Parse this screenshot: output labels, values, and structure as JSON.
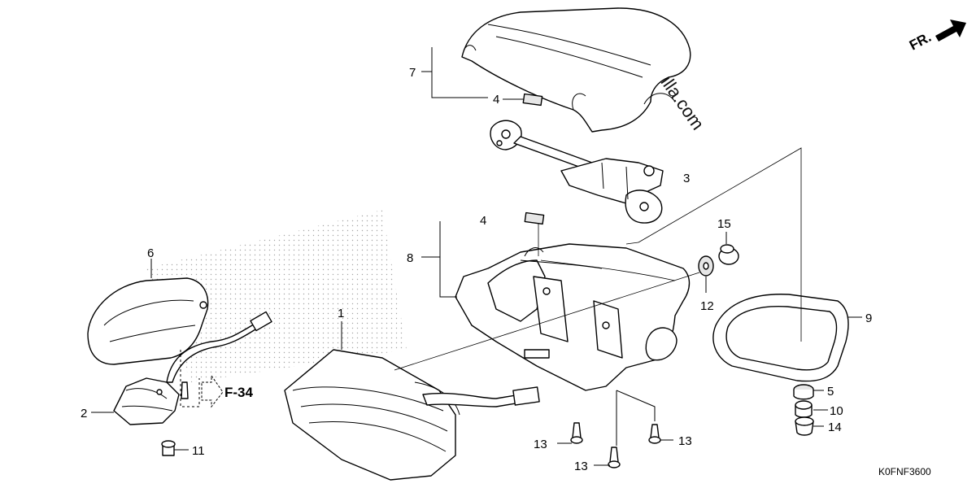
{
  "watermark": "© PartZilla.com",
  "front_indicator": "FR.",
  "diagram_code": "K0FNF3600",
  "reference": "F-34",
  "callouts": {
    "p1": "1",
    "p2": "2",
    "p3": "3",
    "p4a": "4",
    "p4b": "4",
    "p5": "5",
    "p6": "6",
    "p7": "7",
    "p8": "8",
    "p9": "9",
    "p10": "10",
    "p11": "11",
    "p12": "12",
    "p13a": "13",
    "p13b": "13",
    "p13c": "13",
    "p14": "14",
    "p15": "15"
  }
}
